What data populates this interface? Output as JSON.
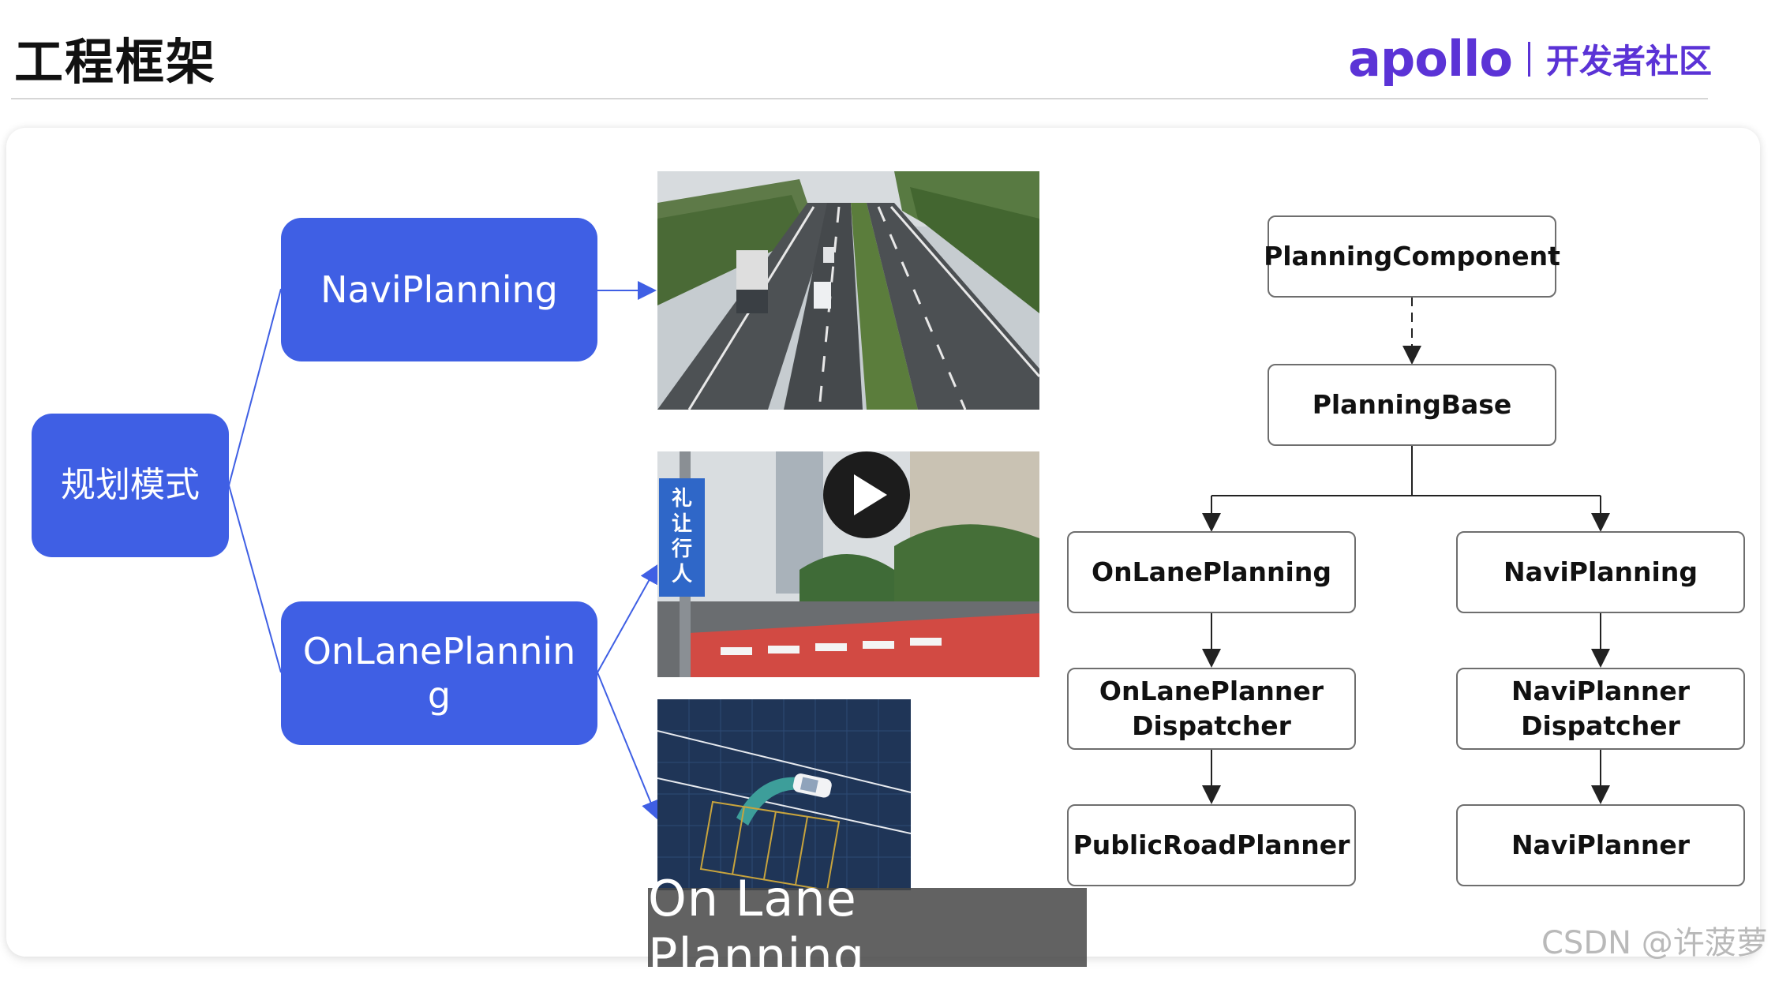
{
  "header": {
    "title": "工程框架",
    "brand_logo": "apollo",
    "brand_sub": "开发者社区"
  },
  "left_tree": {
    "root": "规划模式",
    "children": [
      "NaviPlanning",
      "OnLanePlannin\ng"
    ]
  },
  "right_tree": {
    "component": "PlanningComponent",
    "base": "PlanningBase",
    "branches": [
      {
        "planning": "OnLanePlanning",
        "dispatcher": "OnLanePlanner\nDispatcher",
        "planner": "PublicRoadPlanner"
      },
      {
        "planning": "NaviPlanning",
        "dispatcher": "NaviPlanner\nDispatcher",
        "planner": "NaviPlanner"
      }
    ]
  },
  "media": {
    "sign_text": "礼让行人",
    "video_caption": "On Lane Planning",
    "play_icon": "play-icon"
  },
  "colors": {
    "accent_blue": "#3f5fe4",
    "brand_purple": "#5b33d6",
    "connector_blue": "#3f5fe4"
  },
  "watermark": "CSDN @许菠萝"
}
